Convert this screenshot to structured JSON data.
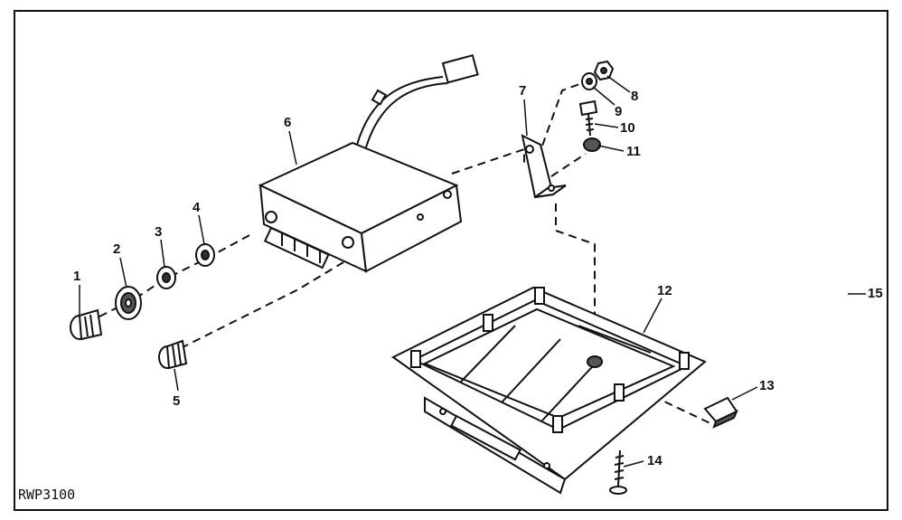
{
  "figure_code": "RWP3100",
  "callouts": [
    "1",
    "2",
    "3",
    "4",
    "5",
    "6",
    "7",
    "8",
    "9",
    "10",
    "11",
    "12",
    "13",
    "14",
    "15"
  ],
  "parts": [
    {
      "id": "knob-1",
      "callout": "1"
    },
    {
      "id": "bezel-2",
      "callout": "2"
    },
    {
      "id": "nut-3",
      "callout": "3"
    },
    {
      "id": "nut-4",
      "callout": "4"
    },
    {
      "id": "knob-5",
      "callout": "5"
    },
    {
      "id": "radio-unit-6",
      "callout": "6"
    },
    {
      "id": "bracket-7",
      "callout": "7"
    },
    {
      "id": "nut-8",
      "callout": "8"
    },
    {
      "id": "washer-9",
      "callout": "9"
    },
    {
      "id": "bolt-10",
      "callout": "10"
    },
    {
      "id": "spacer-11",
      "callout": "11"
    },
    {
      "id": "mounting-tray-12",
      "callout": "12"
    },
    {
      "id": "clip-13",
      "callout": "13"
    },
    {
      "id": "screw-14",
      "callout": "14"
    },
    {
      "id": "assembly-15",
      "callout": "15"
    }
  ]
}
